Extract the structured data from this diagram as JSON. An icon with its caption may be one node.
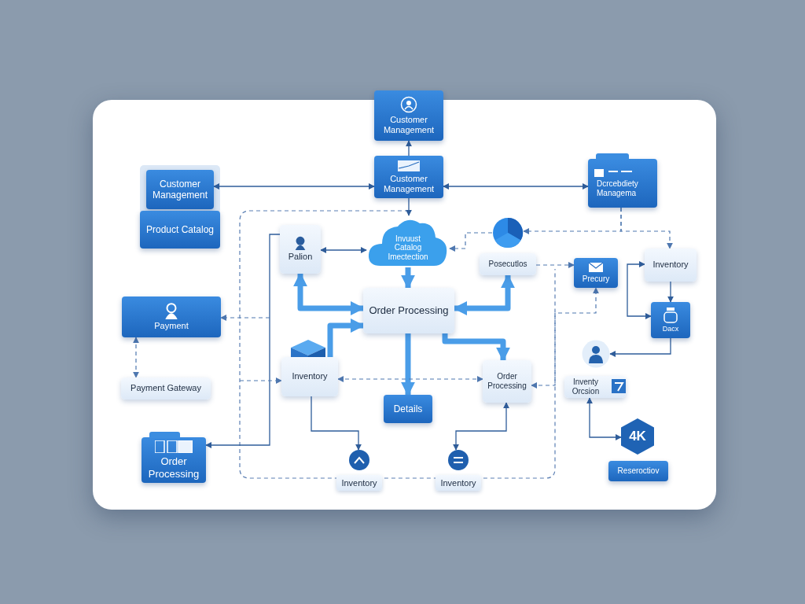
{
  "diagram": {
    "nodes": [
      {
        "text": [
          "Customer Management"
        ]
      },
      {
        "text": [
          "Customer Management"
        ]
      },
      {
        "text": [
          "Customer Management"
        ]
      },
      {
        "text": [
          "Product Catalog"
        ]
      },
      {
        "text": [
          "Dcrcebdiety Managema"
        ]
      },
      {
        "text": [
          "Palion"
        ]
      },
      {
        "text": [
          "Invuust Catalog Imectection"
        ]
      },
      {
        "text": [],
        "shape": "circle"
      },
      {
        "text": [
          "Posecutlos"
        ]
      },
      {
        "text": [
          "Precury"
        ]
      },
      {
        "text": [
          "Inventory"
        ]
      },
      {
        "text": [
          "Order Processing"
        ]
      },
      {
        "text": [
          "Payment"
        ]
      },
      {
        "text": [
          "Inventory"
        ]
      },
      {
        "text": [
          "Order Processing"
        ]
      },
      {
        "text": [
          "Payment Gateway"
        ]
      },
      {
        "text": [
          "Details"
        ]
      },
      {
        "text": [
          "Dacx"
        ]
      },
      {
        "text": [],
        "shape": "person"
      },
      {
        "text": [
          "Inventy Orcsion"
        ]
      },
      {
        "text": [
          "Order Processing"
        ]
      },
      {
        "text": [
          "Inventory"
        ]
      },
      {
        "text": [
          "Inventory"
        ]
      },
      {
        "text": [
          "4K"
        ]
      },
      {
        "text": [
          "Reseroctiov"
        ]
      }
    ],
    "edges": [
      {
        "from": 1,
        "to": 0,
        "arrow": "to"
      },
      {
        "from": 1,
        "to": 2,
        "arrow": "both"
      },
      {
        "from": 1,
        "to": 4,
        "arrow": "both"
      },
      {
        "from": 1,
        "to": 6,
        "arrow": "to"
      },
      {
        "from": 5,
        "to": 6,
        "arrow": "both"
      },
      {
        "from": 6,
        "to": 11,
        "arrow": "to",
        "style": "thick",
        "color": "#4a9de8"
      },
      {
        "from": 7,
        "to": 6,
        "arrow": "to",
        "style": "dashed"
      },
      {
        "from": 4,
        "to": 7,
        "arrow": "to",
        "style": "dashed"
      },
      {
        "from": 4,
        "to": 10,
        "arrow": "to",
        "style": "dashed"
      },
      {
        "from": 5,
        "to": 11,
        "arrow": "both",
        "style": "thick",
        "color": "#4a9de8"
      },
      {
        "from": 8,
        "to": 11,
        "arrow": "both",
        "style": "thick",
        "color": "#4a9de8"
      },
      {
        "from": 13,
        "to": 11,
        "arrow": "to",
        "style": "thick",
        "color": "#4a9de8"
      },
      {
        "from": 11,
        "to": 16,
        "arrow": "to",
        "style": "thick",
        "color": "#4a9de8"
      },
      {
        "from": 11,
        "to": 14,
        "arrow": "to",
        "style": "thick",
        "color": "#4a9de8"
      },
      {
        "from": 13,
        "to": 14,
        "arrow": "both",
        "style": "dashed"
      },
      {
        "from": 8,
        "to": 9,
        "arrow": "to",
        "style": "dashed"
      },
      {
        "from": 14,
        "to": 9,
        "arrow": "both",
        "style": "dashed"
      },
      {
        "from": 10,
        "to": 17,
        "arrow": "both"
      },
      {
        "from": 10,
        "to": 17,
        "arrow": "to"
      },
      {
        "from": 17,
        "to": 18,
        "arrow": "to"
      },
      {
        "from": 19,
        "to": 23,
        "arrow": "both"
      },
      {
        "from": 5,
        "to": 20,
        "arrow": "to"
      },
      {
        "from": null,
        "to": 12,
        "arrow": "to",
        "style": "dashed"
      },
      {
        "from": null,
        "to": 13,
        "arrow": "to",
        "style": "dashed"
      },
      {
        "from": 12,
        "to": 15,
        "arrow": "both",
        "style": "dashed"
      },
      {
        "from": 13,
        "to": 21,
        "arrow": "to"
      },
      {
        "from": 14,
        "to": 22,
        "arrow": "both"
      }
    ]
  }
}
